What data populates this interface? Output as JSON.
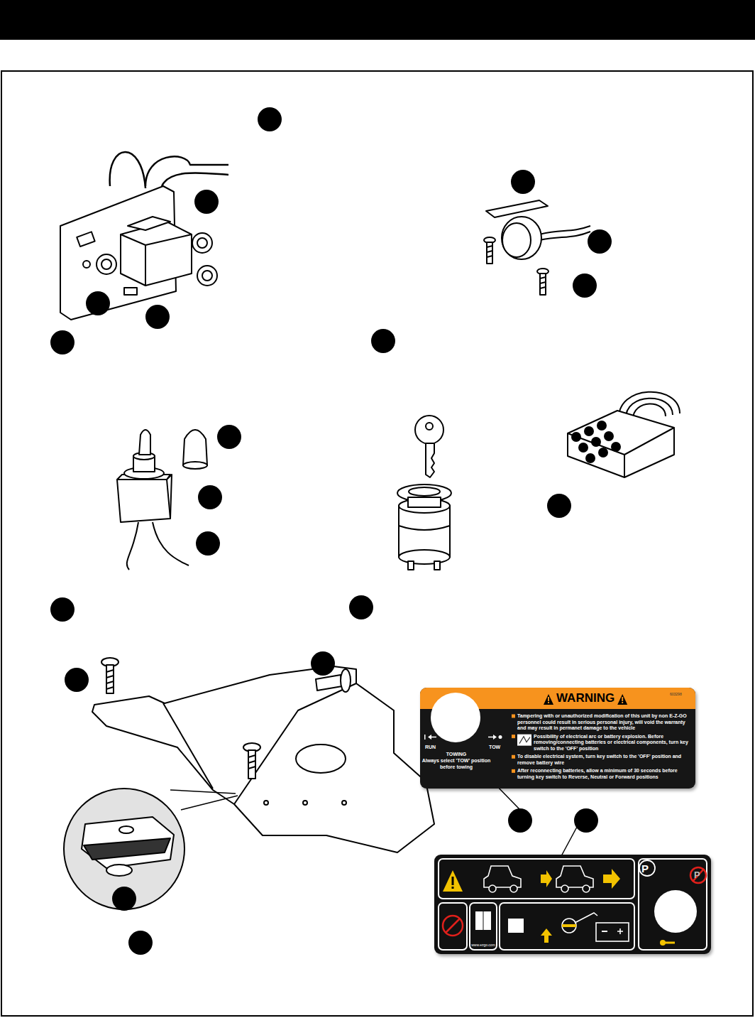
{
  "diagram": {
    "nodes": [
      {
        "text": [
          "WARNING",
          "603298",
          "RUN",
          "TOW",
          "TOWING",
          "Always select 'TOW' position before towing",
          "Tampering with or unauthorized modification of this unit by non E-Z-GO personnel could result in serious personal injury, will void the warranty and may result in permanet damage to the vehicle",
          "Possibility of electrical arc or battery explosion. Before removing/connecting batteries or electrical components, turn key switch to the 'OFF' position",
          "To disable electrical system, turn key switch to the 'OFF' position and remove battery wire",
          "After reconnecting batteries, allow a minimum of 30 seconds before turning key switch to Reverse, Neutral or Forward positions"
        ]
      },
      {
        "text": [
          "P",
          "P",
          "www.ezgo.com"
        ]
      }
    ]
  }
}
